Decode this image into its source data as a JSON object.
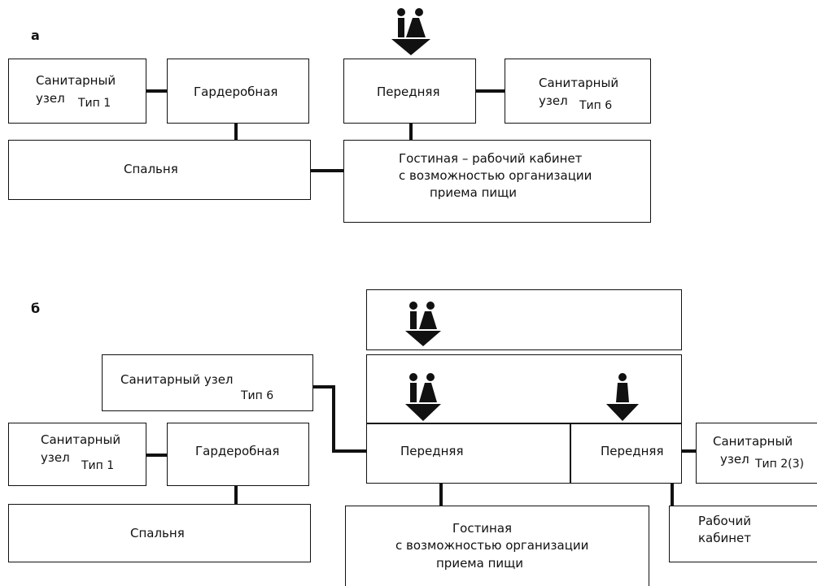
{
  "section_a": {
    "marker": "а",
    "san1": {
      "line1": "Санитарный",
      "line2": "узел",
      "type": "Тип 1"
    },
    "wardrobe": "Гардеробная",
    "hall": "Передняя",
    "san6": {
      "line1": "Санитарный",
      "line2": "узел",
      "type": "Тип 6"
    },
    "bedroom": "Спальня",
    "living": {
      "line1": "Гостиная – рабочий кабинет",
      "line2": "с возможностью организации",
      "line3": "приема пищи"
    }
  },
  "section_b": {
    "marker": "б",
    "san6": {
      "line1": "Санитарный узел",
      "type": "Тип 6"
    },
    "san1": {
      "line1": "Санитарный",
      "line2": "узел",
      "type": "Тип 1"
    },
    "wardrobe": "Гардеробная",
    "hall_left": "Передняя",
    "hall_right": "Передняя",
    "san23": {
      "line1": "Санитарный",
      "line2": "узел",
      "type": "Тип 2(3)"
    },
    "bedroom": "Спальня",
    "living": {
      "line1": "Гостиная",
      "line2": "с возможностью организации",
      "line3": "приема пищи"
    },
    "study": {
      "line1": "Рабочий",
      "line2": "кабинет"
    }
  }
}
